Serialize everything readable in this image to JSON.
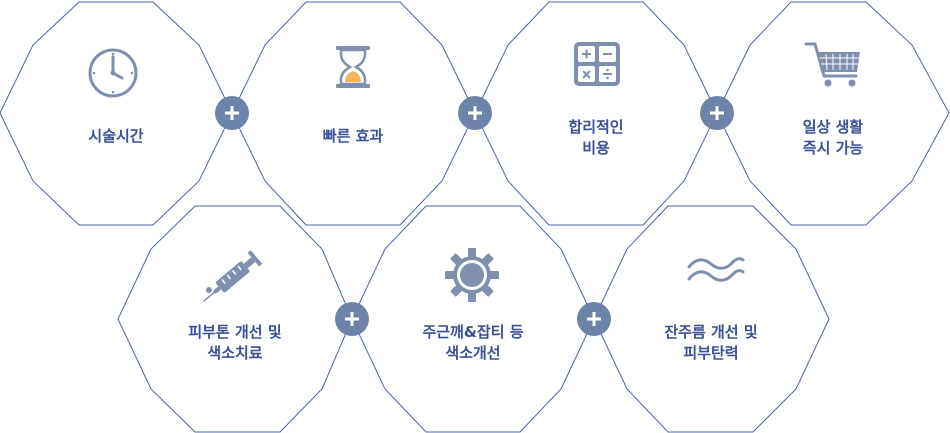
{
  "features": [
    {
      "lines": [
        "시술시간"
      ],
      "icon": "clock-icon"
    },
    {
      "lines": [
        "빠른 효과"
      ],
      "icon": "hourglass-icon"
    },
    {
      "lines": [
        "합리적인",
        "비용"
      ],
      "icon": "calculator-icon"
    },
    {
      "lines": [
        "일상 생활",
        "즉시 가능"
      ],
      "icon": "shopping-cart-icon"
    },
    {
      "lines": [
        "피부톤 개선 및",
        "색소치료"
      ],
      "icon": "syringe-icon"
    },
    {
      "lines": [
        "주근깨&잡티 등",
        "색소개선"
      ],
      "icon": "gear-icon"
    },
    {
      "lines": [
        "잔주름 개선 및",
        "피부탄력"
      ],
      "icon": "wave-icon"
    }
  ],
  "colors": {
    "outline": "#4a63a8",
    "text": "#3a4f96",
    "plus": "#6e83a9",
    "icon": "#7f8fae",
    "hourglass_sand": "#f6b45a"
  }
}
